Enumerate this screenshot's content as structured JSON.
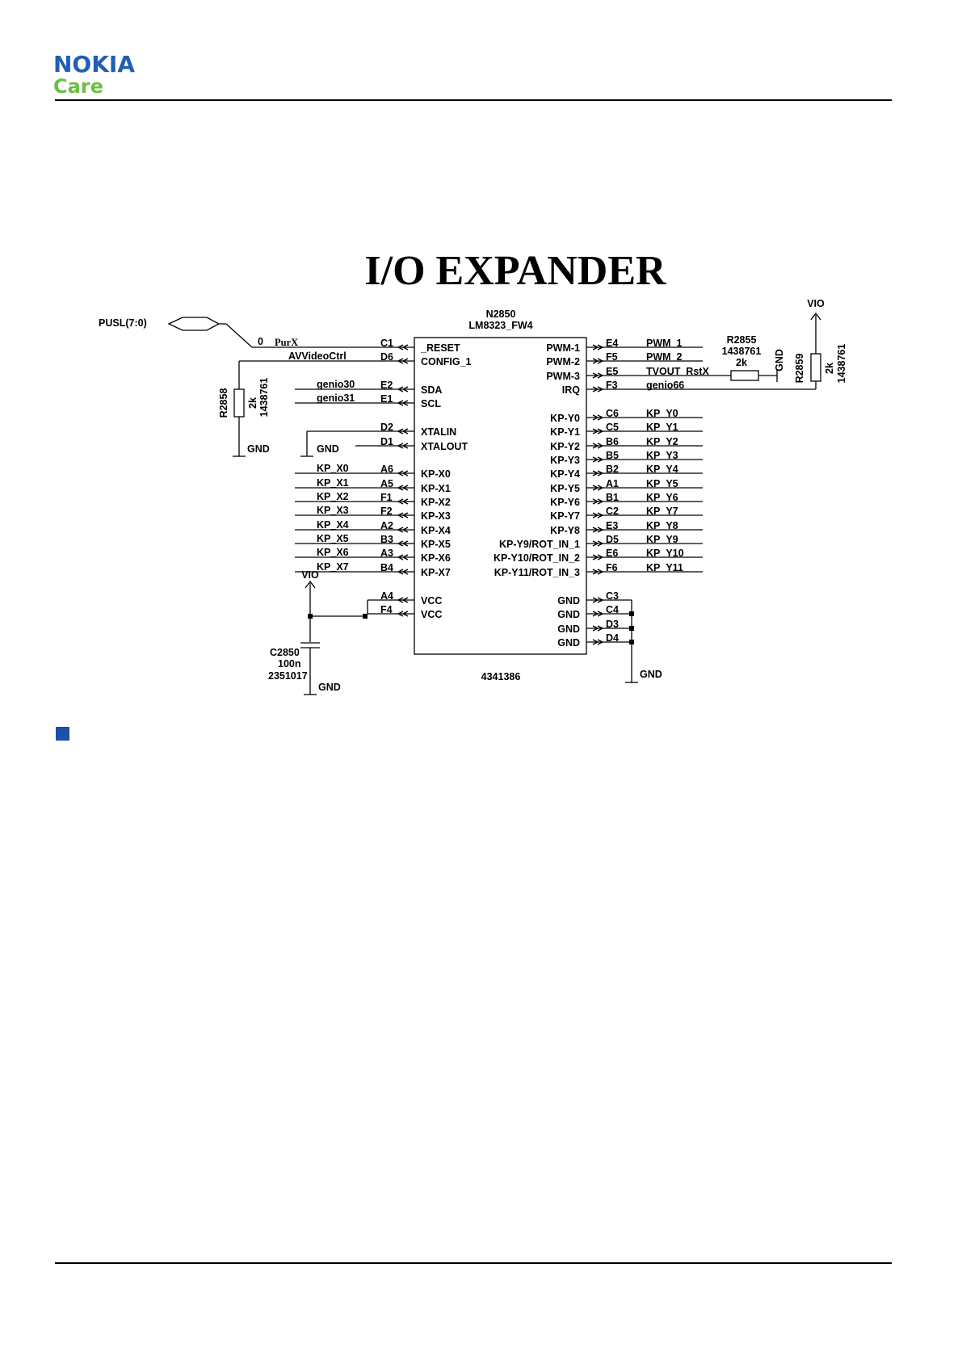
{
  "header": {
    "brand": "NOKIA",
    "sub": "Care"
  },
  "title": "I/O EXPANDER",
  "chip": {
    "ref": "N2850",
    "part": "LM8323_FW4",
    "code": "4341386",
    "left_pins": [
      {
        "ball": "C1",
        "name": "_RESET",
        "net": "PurX"
      },
      {
        "ball": "D6",
        "name": "CONFIG_1",
        "net": "AVVideoCtrl"
      },
      {
        "ball": "E2",
        "name": "SDA",
        "net": "genio30"
      },
      {
        "ball": "E1",
        "name": "SCL",
        "net": "genio31"
      },
      {
        "ball": "D2",
        "name": "XTALIN",
        "net": ""
      },
      {
        "ball": "D1",
        "name": "XTALOUT",
        "net": ""
      },
      {
        "ball": "A6",
        "name": "KP-X0",
        "net": "KP_X0"
      },
      {
        "ball": "A5",
        "name": "KP-X1",
        "net": "KP_X1"
      },
      {
        "ball": "F1",
        "name": "KP-X2",
        "net": "KP_X2"
      },
      {
        "ball": "F2",
        "name": "KP-X3",
        "net": "KP_X3"
      },
      {
        "ball": "A2",
        "name": "KP-X4",
        "net": "KP_X4"
      },
      {
        "ball": "B3",
        "name": "KP-X5",
        "net": "KP_X5"
      },
      {
        "ball": "A3",
        "name": "KP-X6",
        "net": "KP_X6"
      },
      {
        "ball": "B4",
        "name": "KP-X7",
        "net": "KP_X7"
      },
      {
        "ball": "A4",
        "name": "VCC",
        "net": ""
      },
      {
        "ball": "F4",
        "name": "VCC",
        "net": ""
      }
    ],
    "right_pins": [
      {
        "ball": "E4",
        "name": "PWM-1",
        "net": "PWM_1"
      },
      {
        "ball": "F5",
        "name": "PWM-2",
        "net": "PWM_2"
      },
      {
        "ball": "E5",
        "name": "PWM-3",
        "net": "TVOUT_RstX"
      },
      {
        "ball": "F3",
        "name": "IRQ",
        "net": "genio66"
      },
      {
        "ball": "C6",
        "name": "KP-Y0",
        "net": "KP_Y0"
      },
      {
        "ball": "C5",
        "name": "KP-Y1",
        "net": "KP_Y1"
      },
      {
        "ball": "B6",
        "name": "KP-Y2",
        "net": "KP_Y2"
      },
      {
        "ball": "B5",
        "name": "KP-Y3",
        "net": "KP_Y3"
      },
      {
        "ball": "B2",
        "name": "KP-Y4",
        "net": "KP_Y4"
      },
      {
        "ball": "A1",
        "name": "KP-Y5",
        "net": "KP_Y5"
      },
      {
        "ball": "B1",
        "name": "KP-Y6",
        "net": "KP_Y6"
      },
      {
        "ball": "C2",
        "name": "KP-Y7",
        "net": "KP_Y7"
      },
      {
        "ball": "E3",
        "name": "KP-Y8",
        "net": "KP_Y8"
      },
      {
        "ball": "D5",
        "name": "KP-Y9/ROT_IN_1",
        "net": "KP_Y9"
      },
      {
        "ball": "E6",
        "name": "KP-Y10/ROT_IN_2",
        "net": "KP_Y10"
      },
      {
        "ball": "F6",
        "name": "KP-Y11/ROT_IN_3",
        "net": "KP_Y11"
      },
      {
        "ball": "C3",
        "name": "GND",
        "net": ""
      },
      {
        "ball": "C4",
        "name": "GND",
        "net": ""
      },
      {
        "ball": "D3",
        "name": "GND",
        "net": ""
      },
      {
        "ball": "D4",
        "name": "GND",
        "net": ""
      }
    ]
  },
  "bus": {
    "name": "PUSL(7:0)",
    "index": "0"
  },
  "components": {
    "r2858": {
      "ref": "R2858",
      "value": "2k",
      "code": "1438761"
    },
    "r2855": {
      "ref": "R2855",
      "code": "1438761",
      "value": "2k"
    },
    "r2859": {
      "ref": "R2859",
      "value": "2k",
      "code": "1438761"
    },
    "c2850": {
      "ref": "C2850",
      "value": "100n",
      "code": "2351017"
    }
  },
  "power": {
    "gnd": "GND",
    "vio": "VIO"
  }
}
